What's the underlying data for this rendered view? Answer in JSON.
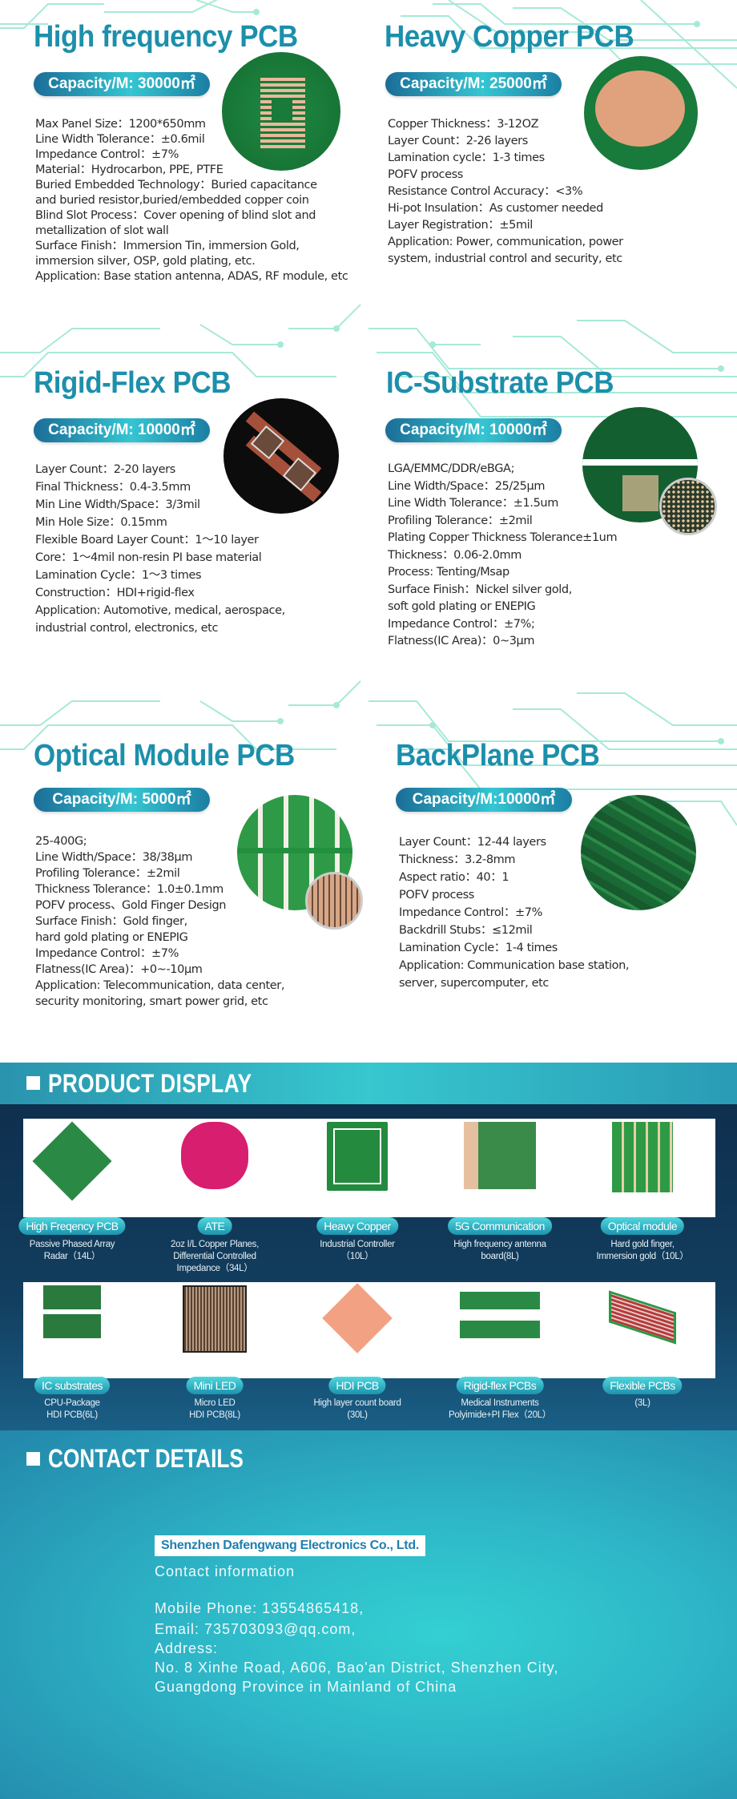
{
  "colors": {
    "title": "#1c8fab",
    "pill": "#1b6d97",
    "circuit": "#a7e9d8",
    "dark_band": "#0f2f4e",
    "contact_bg": "#2eb7c8"
  },
  "pcb_types": [
    {
      "title": "High frequency PCB",
      "capacity": "Capacity/M: 30000㎡",
      "image": "high-frequency-pcb-photo",
      "specs": [
        "Max Panel Size：1200*650mm",
        "Line Width Tolerance：±0.6mil",
        "Impedance Control：±7%",
        "Material：Hydrocarbon, PPE, PTFE",
        "Buried Embedded Technology：Buried capacitance",
        "and buried resistor,buried/embedded copper coin",
        "Blind Slot Process：Cover opening of blind slot and",
        "metallization of slot wall",
        "Surface Finish：Immersion Tin, immersion Gold,",
        "immersion silver, OSP, gold plating, etc.",
        "Application: Base station antenna, ADAS, RF module, etc"
      ]
    },
    {
      "title": "Heavy Copper PCB",
      "capacity": "Capacity/M: 25000㎡",
      "image": "heavy-copper-pcb-photo",
      "specs": [
        "Copper Thickness：3-12OZ",
        "Layer Count：2-26 layers",
        "Lamination cycle：1-3 times",
        "POFV  process",
        "Resistance Control Accuracy：<3%",
        "Hi-pot Insulation：As customer needed",
        "Layer Registration：±5mil",
        "Application: Power, communication, power",
        "system, industrial control and security, etc"
      ]
    },
    {
      "title": "Rigid-Flex PCB",
      "capacity": "Capacity/M: 10000㎡",
      "image": "rigid-flex-pcb-photo",
      "specs": [
        "Layer Count：2-20 layers",
        "Final Thickness：0.4-3.5mm",
        "Min Line Width/Space：3/3mil",
        "Min Hole Size：0.15mm",
        "Flexible Board Layer Count：1～10 layer",
        "Core：1～4mil non-resin PI base material",
        "Lamination Cycle：1～3 times",
        "Construction：HDI+rigid-flex",
        "Application: Automotive, medical, aerospace,",
        "industrial control, electronics, etc"
      ]
    },
    {
      "title": "IC-Substrate PCB",
      "capacity": "Capacity/M: 10000㎡",
      "image": "ic-substrate-pcb-photo",
      "specs": [
        "LGA/EMMC/DDR/eBGA;",
        "Line Width/Space：25/25μm",
        "Line Width Tolerance：±1.5um",
        "Profiling Tolerance：±2mil",
        "Plating Copper Thickness Tolerance±1um",
        "Thickness：0.06-2.0mm",
        "Process: Tenting/Msap",
        "Surface Finish：Nickel silver gold,",
        "soft gold plating or ENEPIG",
        "Impedance Control：±7%;",
        "Flatness(IC Area)：0~3μm"
      ]
    },
    {
      "title": "Optical Module PCB",
      "capacity": "Capacity/M: 5000㎡",
      "image": "optical-module-pcb-photo",
      "specs": [
        "25-400G;",
        "Line Width/Space：38/38μm",
        "Profiling Tolerance：±2mil",
        "Thickness Tolerance：1.0±0.1mm",
        "POFV process、Gold Finger Design",
        "Surface Finish：Gold finger,",
        "hard gold plating or ENEPIG",
        "Impedance Control：±7%",
        "Flatness(IC Area)：+0~-10μm",
        "Application: Telecommunication, data center,",
        "security monitoring, smart power grid, etc"
      ]
    },
    {
      "title": "BackPlane PCB",
      "capacity": "Capacity/M:10000㎡",
      "image": "backplane-pcb-photo",
      "specs": [
        "Layer Count：12-44 layers",
        "Thickness：3.2-8mm",
        "Aspect ratio：40：1",
        "POFV process",
        "Impedance Control：±7%",
        "Backdrill Stubs：≤12mil",
        "Lamination Cycle：1-4 times",
        "Application: Communication base station,",
        "server, supercomputer, etc"
      ]
    }
  ],
  "product_display": {
    "heading": "PRODUCT DISPLAY",
    "rows": [
      [
        {
          "label": "High Freqency PCB",
          "caption": [
            "Passive Phased Array",
            "Radar（14L）"
          ],
          "image": "diamond-green-board"
        },
        {
          "label": "ATE",
          "caption": [
            "2oz I/L Copper Planes,",
            "Differential Controlled",
            "Impedance（34L）"
          ],
          "image": "round-pink-board"
        },
        {
          "label": "Heavy Copper",
          "caption": [
            "Industrial Controller",
            "（10L）"
          ],
          "image": "square-green-round-board"
        },
        {
          "label": "5G Communication",
          "caption": [
            "High frequency antenna",
            "board(8L)"
          ],
          "image": "antenna-board"
        },
        {
          "label": "Optical module",
          "caption": [
            "Hard gold finger,",
            "Immersion gold（10L）"
          ],
          "image": "gold-finger-panel"
        }
      ],
      [
        {
          "label": "IC substrates",
          "caption": [
            "CPU-Package",
            "HDI PCB(6L)"
          ],
          "image": "ic-substrate-strips"
        },
        {
          "label": "Mini LED",
          "caption": [
            "Micro LED",
            "HDI PCB(8L)"
          ],
          "image": "mini-led-panel"
        },
        {
          "label": "HDI PCB",
          "caption": [
            "High layer count board",
            "(30L)"
          ],
          "image": "copper-diamond-board"
        },
        {
          "label": "Rigid-flex PCBs",
          "caption": [
            "Medical  Instruments",
            "Polyimide+PI Flex（20L）"
          ],
          "image": "rigid-flex-boards"
        },
        {
          "label": "Flexible PCBs",
          "caption": [
            "(3L)"
          ],
          "image": "flexible-circuit"
        }
      ]
    ]
  },
  "contact": {
    "heading": "CONTACT DETAILS",
    "company": "Shenzhen Dafengwang Electronics Co., Ltd.",
    "subtitle": "Contact  information",
    "phone": "Mobile  Phone:  13554865418,",
    "email": "Email:  735703093@qq.com,",
    "address_label": "Address:",
    "address_line1": "No.  8  Xinhe  Road,  A606,  Bao'an  District,  Shenzhen  City,",
    "address_line2": "Guangdong  Province  in  Mainland  of  China"
  }
}
